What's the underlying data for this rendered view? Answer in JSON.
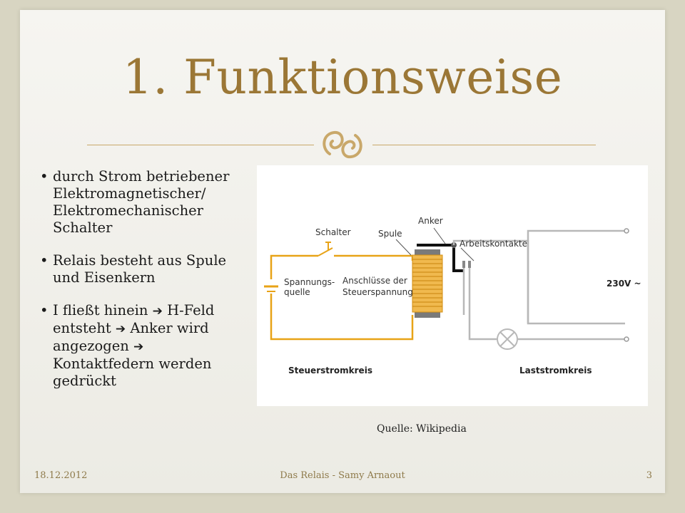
{
  "slide": {
    "title": "1. Funktionsweise",
    "bullets": [
      {
        "text": "durch Strom betriebener Elektromagnetischer/ Elektromechanischer Schalter"
      },
      {
        "text": "Relais besteht aus Spule und Eisenkern"
      },
      {
        "parts": [
          "I fließt hinein ",
          " H-Feld entsteht ",
          " Anker wird angezogen ",
          " Kontaktfedern werden gedrückt"
        ]
      }
    ],
    "arrow_glyph": "➔",
    "caption": "Quelle: Wikipedia"
  },
  "diagram": {
    "labels": {
      "schalter": "Schalter",
      "spule": "Spule",
      "anker": "Anker",
      "arbeitskontakte": "Arbeitskontakte",
      "spannungs_line1": "Spannungs-",
      "spannungs_line2": "quelle",
      "anschluesse_line1": "Anschlüsse der",
      "anschluesse_line2": "Steuerspannung",
      "voltage": "230V ~",
      "steuerstromkreis": "Steuerstromkreis",
      "laststromkreis": "Laststromkreis"
    },
    "colors": {
      "control_wire": "#e8a317",
      "load_wire": "#b8b8b8",
      "coil_core": "#7a7a7a",
      "armature": "#111111"
    }
  },
  "footer": {
    "date": "18.12.2012",
    "center": "Das Relais - Samy Arnaout",
    "page": "3"
  },
  "theme": {
    "accent": "#9b7736",
    "background": "#d8d5c2",
    "rule": "#c9a86a"
  }
}
